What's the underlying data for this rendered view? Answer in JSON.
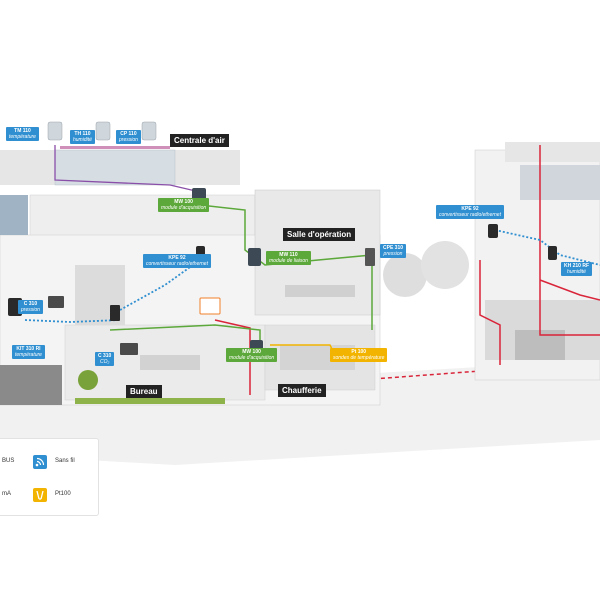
{
  "labels": {
    "tm110": {
      "model": "TM 110",
      "desc": "température"
    },
    "th110": {
      "model": "TH 110",
      "desc": "humidité"
    },
    "cp110": {
      "model": "CP 110",
      "desc": "pression"
    },
    "mw100a": {
      "model": "MW 100",
      "desc": "module d'acquisition"
    },
    "kpe92a": {
      "model": "KPE 92",
      "desc": "convertisseur radio/ethernet"
    },
    "mw110": {
      "model": "MW 110",
      "desc": "module de liaison"
    },
    "cpe310": {
      "model": "CPE 310",
      "desc": "pression"
    },
    "c310a": {
      "model": "C 310",
      "desc": "pression"
    },
    "kit310": {
      "model": "KIT 310 RI",
      "desc": "température"
    },
    "c310b": {
      "model": "C 310",
      "desc": "CO₂"
    },
    "mw100b": {
      "model": "MW 100",
      "desc": "module d'acquisition"
    },
    "pt100": {
      "model": "Pt 100",
      "desc": "sondes de température"
    },
    "kpe92b": {
      "model": "KPE 92",
      "desc": "convertisseur radio/ethernet"
    },
    "kh210": {
      "model": "KH 210 RF",
      "desc": "humidité"
    }
  },
  "rooms": {
    "centrale": "Centrale d'air",
    "salle": "Salle d'opération",
    "bureau": "Bureau",
    "chaufferie": "Chaufferie"
  },
  "legend": {
    "bus": "BUS",
    "sansfil": "Sans fil",
    "ma": "mA",
    "pt100": "Pt100"
  },
  "colors": {
    "bus": "#2f8fd0",
    "wireless": "#2f8fd0",
    "ma": "#5ca83a",
    "pt100": "#f2b400",
    "red_line": "#d9253a"
  }
}
